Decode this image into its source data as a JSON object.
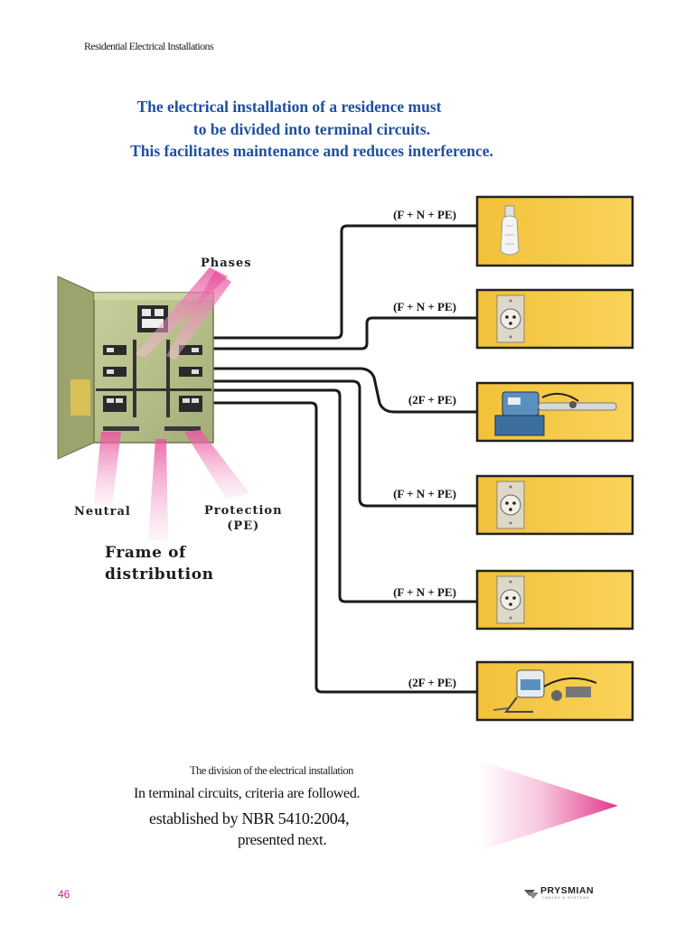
{
  "header": {
    "title": "Residential Electrical Installations"
  },
  "intro": {
    "line1": "The electrical installation of a residence must",
    "line2": "to be divided into terminal circuits.",
    "line3": "This facilitates maintenance and reduces interference."
  },
  "diagram": {
    "labels": {
      "phases": "Phases",
      "neutral": "Neutral",
      "protection": "Protection",
      "protection_abbr": "(PE)",
      "frame_line1": "Frame of",
      "frame_line2": "distribution"
    },
    "circuits": [
      {
        "label": "(F + N + PE)",
        "device": "lamp-icon"
      },
      {
        "label": "(F + N + PE)",
        "device": "socket-outlet-icon"
      },
      {
        "label": "(2F + PE)",
        "device": "power-tool-icon"
      },
      {
        "label": "(F + N + PE)",
        "device": "socket-outlet-icon"
      },
      {
        "label": "(F + N + PE)",
        "device": "socket-outlet-icon"
      },
      {
        "label": "(2F + PE)",
        "device": "water-heater-icon"
      }
    ]
  },
  "caption": {
    "title": "The division of the electrical installation",
    "line1": "In terminal circuits, criteria are followed.",
    "line2": "established by NBR 5410:2004,",
    "line3": "presented next."
  },
  "footer": {
    "page_number": "46",
    "brand": "PRYSMIAN",
    "brand_sub": "CABLES & SYSTEMS"
  },
  "colors": {
    "title_blue": "#1f4f9e",
    "box_yellow": "#f7cf4a",
    "panel_green": "#b7c08d",
    "accent_pink": "#e64a9a",
    "wire": "#1a1a1a"
  }
}
